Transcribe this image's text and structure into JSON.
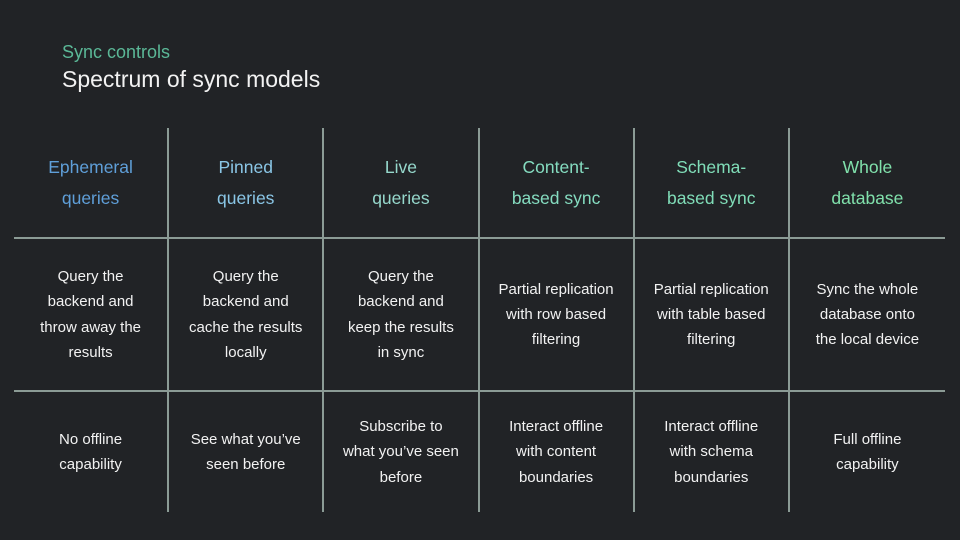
{
  "colors": {
    "background": "#212326",
    "grid_line": "#8b9b95",
    "eyebrow": "#5bb897",
    "title_text": "#f2f2f2",
    "body_text": "#f2f2f2"
  },
  "slide": {
    "eyebrow": "Sync controls",
    "title": "Spectrum of sync models"
  },
  "table": {
    "columns": [
      {
        "header": "Ephemeral\nqueries",
        "header_color": "#5f9fd9",
        "description": "Query the\nbackend and\nthrow away the\nresults",
        "capability": "No offline\ncapability"
      },
      {
        "header": "Pinned\nqueries",
        "header_color": "#8ac6e6",
        "description": "Query the\nbackend and\ncache the results\nlocally",
        "capability": "See what you’ve\nseen before"
      },
      {
        "header": "Live\nqueries",
        "header_color": "#96d8cc",
        "description": "Query the\nbackend and\nkeep the results\nin sync",
        "capability": "Subscribe to\nwhat you’ve seen\nbefore"
      },
      {
        "header": "Content-\nbased sync",
        "header_color": "#85dcc0",
        "description": "Partial replication\nwith row based\nfiltering",
        "capability": "Interact offline\nwith content\nboundaries"
      },
      {
        "header": "Schema-\nbased sync",
        "header_color": "#80ddb8",
        "description": "Partial replication\nwith table based\nfiltering",
        "capability": "Interact offline\nwith schema\nboundaries"
      },
      {
        "header": "Whole\ndatabase",
        "header_color": "#80e0ab",
        "description": "Sync the whole\ndatabase onto\nthe local device",
        "capability": "Full offline\ncapability"
      }
    ]
  }
}
